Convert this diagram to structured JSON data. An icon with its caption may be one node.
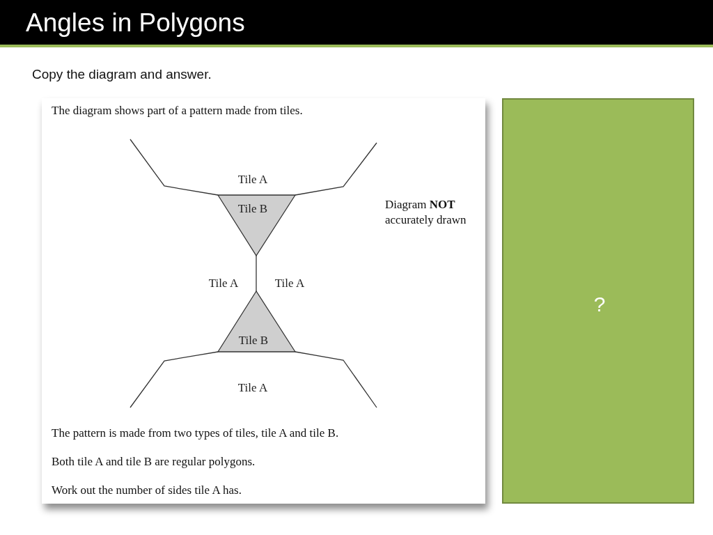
{
  "diagram": {
    "title": "Angles in Polygons",
    "nodes": [
      {
        "text": [
          "Tile A"
        ]
      },
      {
        "text": [
          "Tile B"
        ]
      },
      {
        "text": [
          "Tile A"
        ]
      },
      {
        "text": [
          "Tile A"
        ]
      },
      {
        "text": [
          "Tile B"
        ]
      },
      {
        "text": [
          "Tile A"
        ]
      },
      {
        "text": [
          "?"
        ]
      }
    ],
    "edges": [],
    "labels": [
      "Copy the diagram and answer.",
      "The diagram shows part of a pattern made from tiles.",
      "Diagram **NOT** accurately drawn",
      "The pattern is made from two types of tiles, tile A and tile B.",
      "Both tile A and tile B are regular polygons.",
      "Work out the number of sides tile A has."
    ]
  }
}
